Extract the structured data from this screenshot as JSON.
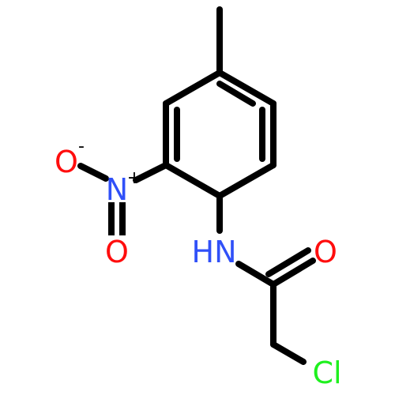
{
  "molecule": {
    "atoms": {
      "oxide_o": "O",
      "oxide_charge": "-",
      "nitro_n": "N",
      "nitro_charge": "+",
      "nitro_o": "O",
      "amide_nh": "HN",
      "carbonyl_o": "O",
      "chlorine": "Cl"
    },
    "colors": {
      "bond": "#000000",
      "oxygen": "#ff0d0d",
      "nitrogen": "#3050f8",
      "chlorine": "#1ff01f"
    }
  }
}
